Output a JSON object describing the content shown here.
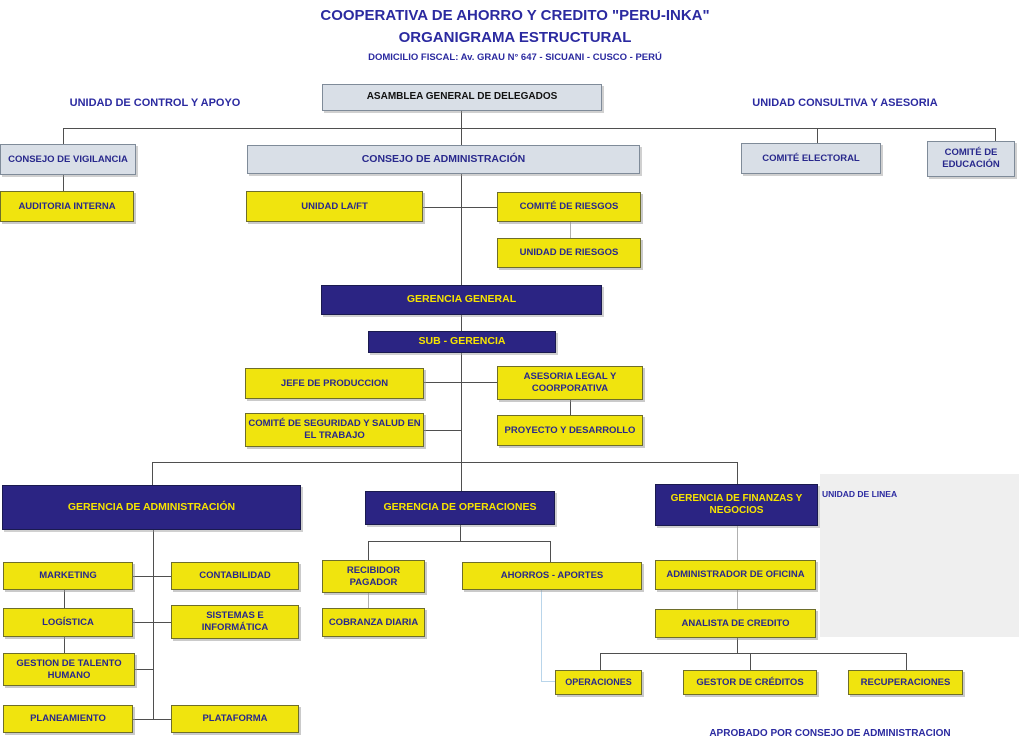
{
  "header": {
    "title": "COOPERATIVA DE AHORRO Y CREDITO \"PERU-INKA\"",
    "subtitle": "ORGANIGRAMA ESTRUCTURAL",
    "address": "DOMICILIO FISCAL: Av. GRAU N° 647 - SICUANI - CUSCO - PERÚ"
  },
  "section_labels": {
    "control": "UNIDAD DE CONTROL Y APOYO",
    "consultiva": "UNIDAD CONSULTIVA Y ASESORIA",
    "linea": "UNIDAD DE LINEA"
  },
  "footer": {
    "approved": "APROBADO POR CONSEJO DE ADMINISTRACION"
  },
  "org": {
    "nodes": {
      "asamblea": {
        "label": "ASAMBLEA GENERAL DE DELEGADOS"
      },
      "consejo_vigilancia": {
        "label": "CONSEJO DE VIGILANCIA"
      },
      "consejo_administracion": {
        "label": "CONSEJO DE ADMINISTRACIÓN"
      },
      "comite_electoral": {
        "label": "COMITÉ ELECTORAL"
      },
      "comite_educacion": {
        "label": "COMITÉ DE EDUCACIÓN"
      },
      "auditoria_interna": {
        "label": "AUDITORIA INTERNA"
      },
      "unidad_laft": {
        "label": "UNIDAD LA/FT"
      },
      "comite_riesgos": {
        "label": "COMITÉ DE RIESGOS"
      },
      "unidad_riesgos": {
        "label": "UNIDAD DE RIESGOS"
      },
      "gerencia_general": {
        "label": "GERENCIA GENERAL"
      },
      "sub_gerencia": {
        "label": "SUB - GERENCIA"
      },
      "jefe_produccion": {
        "label": "JEFE DE PRODUCCION"
      },
      "asesoria_legal": {
        "label": "ASESORIA LEGAL Y COORPORATIVA"
      },
      "comite_seguridad": {
        "label": "COMITÉ DE SEGURIDAD Y SALUD EN EL TRABAJO"
      },
      "proyecto_desarrollo": {
        "label": "PROYECTO Y DESARROLLO"
      },
      "gerencia_administracion": {
        "label": "GERENCIA DE ADMINISTRACIÓN"
      },
      "gerencia_operaciones": {
        "label": "GERENCIA DE  OPERACIONES"
      },
      "gerencia_finanzas": {
        "label": "GERENCIA DE FINANZAS Y NEGOCIOS"
      },
      "marketing": {
        "label": "MARKETING"
      },
      "contabilidad": {
        "label": "CONTABILIDAD"
      },
      "logistica": {
        "label": "LOGÍSTICA"
      },
      "sistemas_informatica": {
        "label": "SISTEMAS E INFORMÁTICA"
      },
      "gestion_talento": {
        "label": "GESTION DE TALENTO HUMANO"
      },
      "planeamiento": {
        "label": "PLANEAMIENTO"
      },
      "plataforma": {
        "label": "PLATAFORMA"
      },
      "recibidor_pagador": {
        "label": "RECIBIDOR PAGADOR"
      },
      "cobranza_diaria": {
        "label": "COBRANZA DIARIA"
      },
      "ahorros_aportes": {
        "label": "AHORROS - APORTES"
      },
      "administrador_oficina": {
        "label": "ADMINISTRADOR DE OFICINA"
      },
      "analista_credito": {
        "label": "ANALISTA DE CREDITO"
      },
      "operaciones": {
        "label": "OPERACIONES"
      },
      "gestor_creditos": {
        "label": "GESTOR DE CRÉDITOS"
      },
      "recuperaciones": {
        "label": "RECUPERACIONES"
      }
    }
  },
  "colors": {
    "navy_box": "#2b2483",
    "navy_box_text": "#f7e400",
    "yellow_box": "#f0e40e",
    "gray_box": "#d9dfe7",
    "box_text_navy": "#28288c",
    "title_blue": "#2b2aa0",
    "connector_dark": "#4f4f4f",
    "connector_light": "#b0b0b0",
    "connector_blue": "#b9d5ea",
    "side_panel_gray": "#efefef"
  }
}
